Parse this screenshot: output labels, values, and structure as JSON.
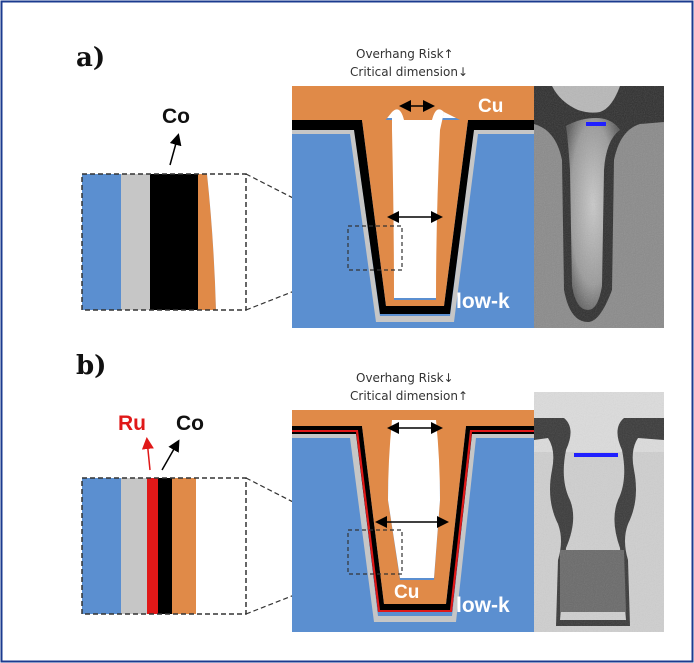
{
  "colors": {
    "frame": "#1b3b8f",
    "low_k": "#5b8fd0",
    "copper": "#e08a48",
    "liner_black": "#000000",
    "barrier_gray": "#c6c6c6",
    "ruthenium": "#e01818",
    "cd_marker": "#2020ff",
    "tem_background_a": "#8a8a8a",
    "tem_background_b": "#cfcfcf"
  },
  "panel_a": {
    "label": "a)",
    "zoom_callout": "Co",
    "note_line1": "Overhang Risk↑",
    "note_line2": "Critical dimension↓",
    "metal_label": "Cu",
    "dielectric_label": "low-k"
  },
  "panel_b": {
    "label": "b)",
    "zoom_callout_ru": "Ru",
    "zoom_callout_co": "Co",
    "note_line1": "Overhang Risk↓",
    "note_line2": "Critical dimension↑",
    "metal_label": "Cu",
    "dielectric_label": "low-k"
  },
  "icons": [
    "double-arrow-icon",
    "callout-arrow-icon"
  ]
}
